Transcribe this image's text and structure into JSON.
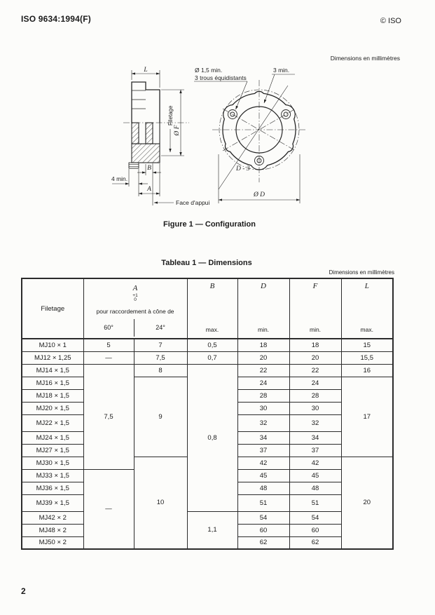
{
  "page": {
    "doc_ref": "ISO 9634:1994(F)",
    "copyright": "© ISO",
    "page_number": "2"
  },
  "figure": {
    "units_note": "Dimensions en millimètres",
    "caption": "Figure 1 — Configuration",
    "labels": {
      "length_l": "L",
      "hole_diameter": "Ø 1,5 min.",
      "holes_note": "3 trous équidistants",
      "rim_thickness": "3 min.",
      "thread": "Filetage",
      "diameter_f": "Ø F",
      "dim_b": "B",
      "four_min": "4 min.",
      "dim_a": "A",
      "bearing_face": "Face d'appui",
      "pitch_circle": "D - 3",
      "diameter_d": "Ø D"
    }
  },
  "table": {
    "title": "Tableau 1 — Dimensions",
    "units_note": "Dimensions en millimètres",
    "header": {
      "filetage": "Filetage",
      "a": "A",
      "a_tol_upper": "+1",
      "a_tol_lower": "0",
      "a_note": "pour raccordement à cône de",
      "deg60": "60°",
      "deg24": "24°",
      "b": "B",
      "d": "D",
      "f": "F",
      "l": "L",
      "b_lim": "max.",
      "d_lim": "min.",
      "f_lim": "min.",
      "l_lim": "max."
    },
    "rows": [
      {
        "filetage": "MJ10 × 1",
        "a60": "5",
        "a24": "7",
        "b": "0,5",
        "d": "18",
        "f": "18",
        "l": "15"
      },
      {
        "filetage": "MJ12 × 1,25",
        "a60": "—",
        "a24": "7,5",
        "b": "0,7",
        "d": "20",
        "f": "20",
        "l": "15,5"
      },
      {
        "filetage": "MJ14 × 1,5",
        "a60": "7,5",
        "a24": "8",
        "b": "0,8",
        "d": "22",
        "f": "22",
        "l": "16"
      },
      {
        "filetage": "MJ16 × 1,5",
        "a24": "9",
        "d": "24",
        "f": "24",
        "l": "17"
      },
      {
        "filetage": "MJ18 × 1,5",
        "d": "28",
        "f": "28"
      },
      {
        "filetage": "MJ20 × 1,5",
        "d": "30",
        "f": "30"
      },
      {
        "filetage": "MJ22 × 1,5",
        "d": "32",
        "f": "32"
      },
      {
        "filetage": "MJ24 × 1,5",
        "d": "34",
        "f": "34"
      },
      {
        "filetage": "MJ27 × 1,5",
        "d": "37",
        "f": "37"
      },
      {
        "filetage": "MJ30 × 1,5",
        "a24": "10",
        "d": "42",
        "f": "42",
        "l": "20"
      },
      {
        "filetage": "MJ33 × 1,5",
        "a60": "—",
        "d": "45",
        "f": "45"
      },
      {
        "filetage": "MJ36 × 1,5",
        "d": "48",
        "f": "48"
      },
      {
        "filetage": "MJ39 × 1,5",
        "d": "51",
        "f": "51"
      },
      {
        "filetage": "MJ42 × 2",
        "b": "1,1",
        "d": "54",
        "f": "54"
      },
      {
        "filetage": "MJ48 × 2",
        "d": "60",
        "f": "60"
      },
      {
        "filetage": "MJ50 × 2",
        "d": "62",
        "f": "62"
      }
    ]
  }
}
